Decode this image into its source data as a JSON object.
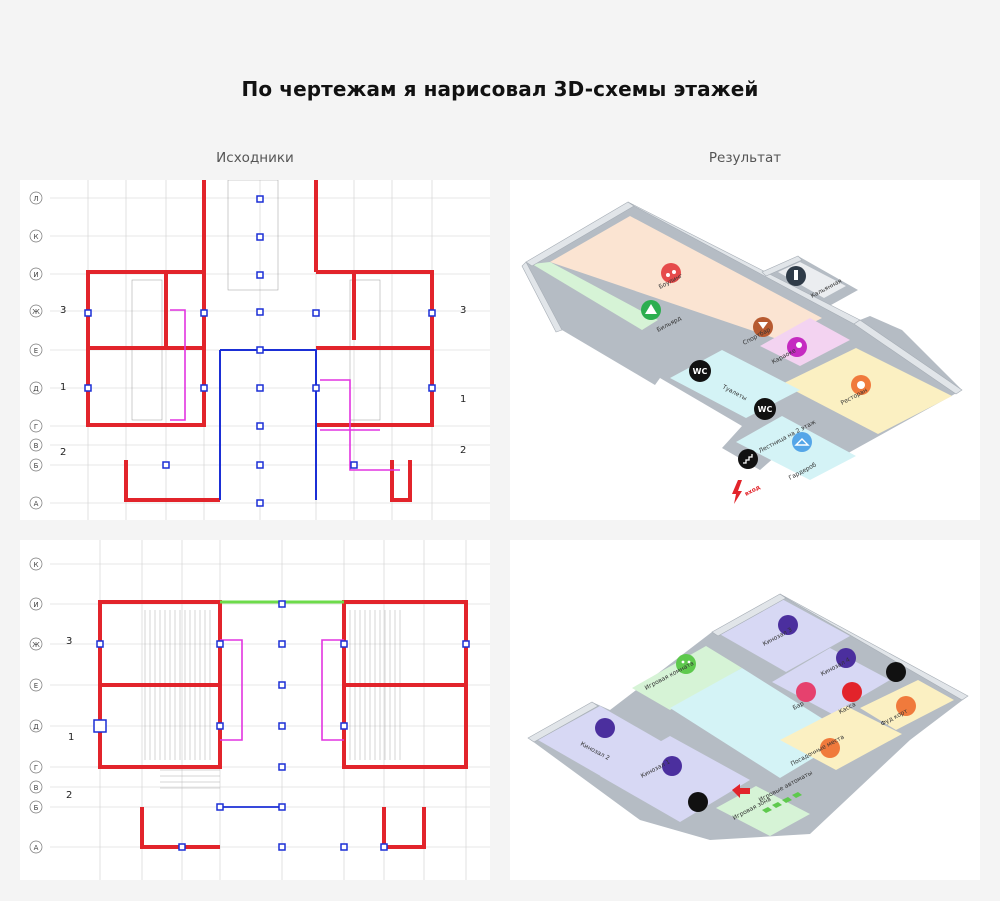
{
  "header": {
    "title": "По чертежам я нарисовал 3D-схемы этажей",
    "left_column": "Исходники",
    "right_column": "Результат"
  },
  "blueprint_top": {
    "row_labels": [
      "Л",
      "К",
      "И",
      "Ж",
      "Е",
      "Д",
      "Г",
      "В",
      "Б",
      "А"
    ],
    "axis_left": [
      "3",
      "1",
      "2"
    ],
    "axis_right": [
      "3",
      "1",
      "2"
    ]
  },
  "blueprint_bottom": {
    "row_labels": [
      "К",
      "И",
      "Ж",
      "Е",
      "Д",
      "Г",
      "В",
      "Б",
      "А"
    ],
    "axis_left": [
      "3",
      "1",
      "2"
    ]
  },
  "floor1": {
    "rooms": {
      "bowling": "Боулинг",
      "billiards": "Бильярд",
      "sportsbar": "Спортбар",
      "karaoke": "Караоке",
      "hookah": "Кальянная",
      "restaurant": "Ресторан",
      "toilets": "Туалеты",
      "cloakroom": "Гардероб",
      "stairs": "Лестница на 2 этаж",
      "entrance": "вход"
    },
    "wc_labels": [
      "WC",
      "WC"
    ]
  },
  "floor2": {
    "rooms": {
      "cinema1": "Кинозал 1",
      "cinema2": "Кинозал 2",
      "cinema3": "Кинозал 3",
      "cinema4": "Кинозал 4",
      "playroom": "Игровая комната",
      "bar": "Бар",
      "cashier": "Касса",
      "food": "Фуд корт",
      "seating": "Посадочные места",
      "arcades": "Игровые автоматы",
      "zone": "Игровая зона"
    }
  },
  "colors": {
    "wall_red": "#e2242b",
    "wall_blue": "#1b2fd6",
    "wall_magenta": "#e234e0",
    "floor_peach": "#fbe4d2",
    "floor_green": "#d6f3d6",
    "floor_yellow": "#fbf0c2",
    "floor_cyan": "#d4f3f6",
    "floor_pink": "#f3d3f1",
    "floor_lavender": "#d7d8f4",
    "wall_gray": "#b5bcc4"
  }
}
